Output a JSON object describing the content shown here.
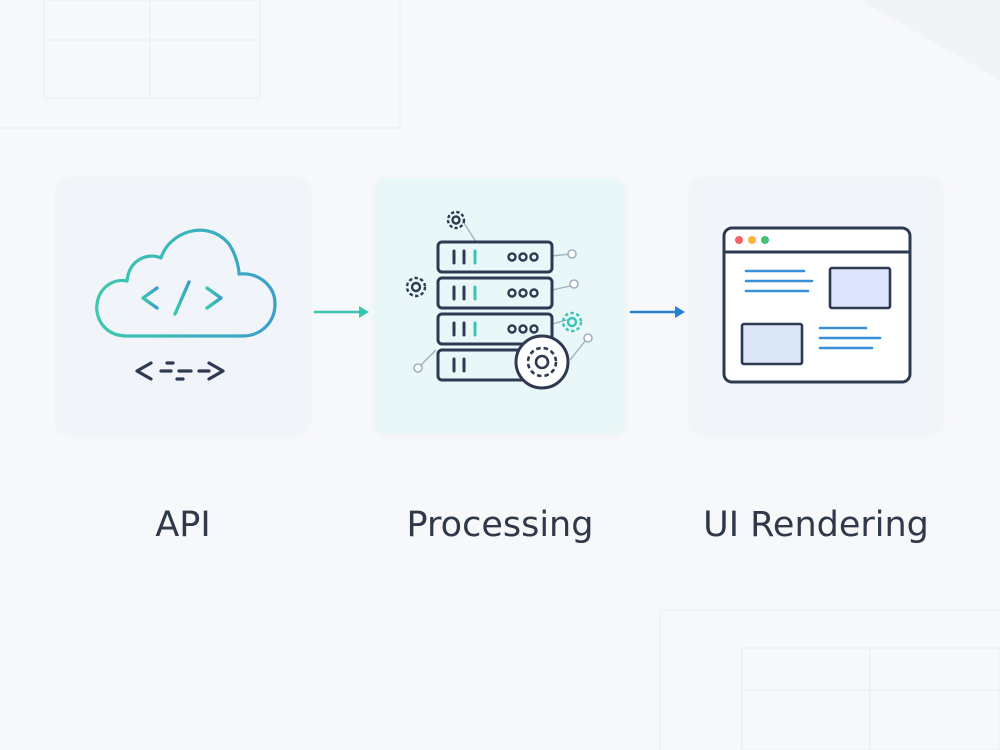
{
  "stages": [
    {
      "label": "API",
      "icon": "cloud-code-icon"
    },
    {
      "label": "Processing",
      "icon": "server-gears-icon"
    },
    {
      "label": "UI Rendering",
      "icon": "browser-window-icon"
    }
  ],
  "colors": {
    "teal": "#3cc4b2",
    "blue": "#2a7fd4",
    "navy": "#2e3a52",
    "text": "#2f3949",
    "dot_red": "#f06363",
    "dot_yellow": "#f4b63f",
    "dot_green": "#44c07a",
    "panel_fill": "#dde4fb"
  }
}
